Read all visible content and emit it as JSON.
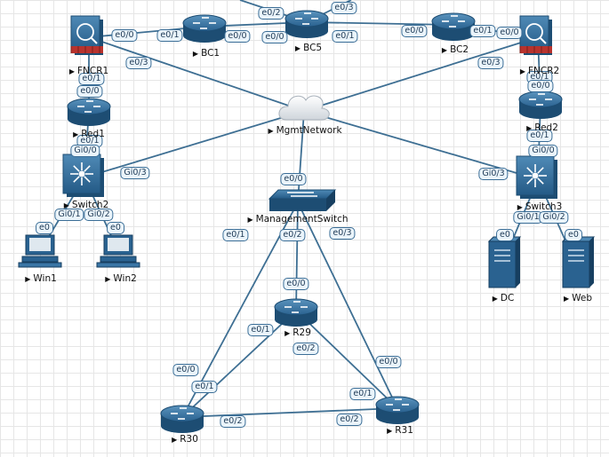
{
  "colors": {
    "link": "#3e6f93",
    "device": "#2f6fa0",
    "device_dark": "#1d4d73",
    "label_bg": "#eaf4fb"
  },
  "nodes": {
    "FNCR1": {
      "label": "FNCR1",
      "icon": "firewall-icon"
    },
    "FNCR2": {
      "label": "FNCR2",
      "icon": "firewall-icon"
    },
    "BC1": {
      "label": "BC1",
      "icon": "router-icon"
    },
    "BC5": {
      "label": "BC5",
      "icon": "router-icon"
    },
    "BC2": {
      "label": "BC2",
      "icon": "router-icon"
    },
    "Red1": {
      "label": "Red1",
      "icon": "router-icon"
    },
    "Red2": {
      "label": "Red2",
      "icon": "router-icon"
    },
    "Switch2": {
      "label": "Switch2",
      "icon": "l3-switch-icon"
    },
    "Switch3": {
      "label": "Switch3",
      "icon": "l3-switch-icon"
    },
    "MgmtNetwork": {
      "label": "MgmtNetwork",
      "icon": "cloud-icon"
    },
    "ManagementSwitch": {
      "label": "ManagementSwitch",
      "icon": "switch-icon"
    },
    "Win1": {
      "label": "Win1",
      "icon": "workstation-icon"
    },
    "Win2": {
      "label": "Win2",
      "icon": "workstation-icon"
    },
    "DC": {
      "label": "DC",
      "icon": "server-icon"
    },
    "Web": {
      "label": "Web",
      "icon": "server-icon"
    },
    "R29": {
      "label": "R29",
      "icon": "router-icon"
    },
    "R30": {
      "label": "R30",
      "icon": "router-icon"
    },
    "R31": {
      "label": "R31",
      "icon": "router-icon"
    }
  },
  "links": [
    {
      "a": "FNCR1",
      "b": "BC1",
      "a_if": "e0/0",
      "b_if": "e0/1"
    },
    {
      "a": "BC1",
      "b": "BC5",
      "a_if": "e0/0",
      "b_if": "e0/0"
    },
    {
      "a": "BC5",
      "b": "BC2",
      "a_if": "e0/1",
      "b_if": "e0/0"
    },
    {
      "a": "BC2",
      "b": "FNCR2",
      "a_if": "e0/1",
      "b_if": "e0/0"
    },
    {
      "a": "BC5",
      "b": "offscreen-top",
      "a_if": "e0/2",
      "b_if": ""
    },
    {
      "a": "BC5",
      "b": "offscreen-top-right",
      "a_if": "e0/3",
      "b_if": ""
    },
    {
      "a": "FNCR1",
      "b": "MgmtNetwork",
      "a_if": "e0/3",
      "b_if": ""
    },
    {
      "a": "FNCR2",
      "b": "MgmtNetwork",
      "a_if": "e0/3",
      "b_if": ""
    },
    {
      "a": "FNCR1",
      "b": "Red1",
      "a_if": "e0/1",
      "b_if": "e0/0"
    },
    {
      "a": "FNCR2",
      "b": "Red2",
      "a_if": "e0/1",
      "b_if": "e0/0"
    },
    {
      "a": "Red1",
      "b": "Switch2",
      "a_if": "e0/1",
      "b_if": "Gi0/0"
    },
    {
      "a": "Red2",
      "b": "Switch3",
      "a_if": "e0/1",
      "b_if": "Gi0/0"
    },
    {
      "a": "Switch2",
      "b": "MgmtNetwork",
      "a_if": "Gi0/3",
      "b_if": ""
    },
    {
      "a": "Switch3",
      "b": "MgmtNetwork",
      "a_if": "Gi0/3",
      "b_if": ""
    },
    {
      "a": "MgmtNetwork",
      "b": "ManagementSwitch",
      "a_if": "",
      "b_if": "e0/0"
    },
    {
      "a": "Switch2",
      "b": "Win1",
      "a_if": "Gi0/1",
      "b_if": "e0"
    },
    {
      "a": "Switch2",
      "b": "Win2",
      "a_if": "Gi0/2",
      "b_if": "e0"
    },
    {
      "a": "Switch3",
      "b": "DC",
      "a_if": "Gi0/1",
      "b_if": "e0"
    },
    {
      "a": "Switch3",
      "b": "Web",
      "a_if": "Gi0/2",
      "b_if": "e0"
    },
    {
      "a": "ManagementSwitch",
      "b": "R30",
      "a_if": "e0/1",
      "b_if": "e0/0"
    },
    {
      "a": "ManagementSwitch",
      "b": "R29",
      "a_if": "e0/2",
      "b_if": "e0/0"
    },
    {
      "a": "ManagementSwitch",
      "b": "R31",
      "a_if": "e0/3",
      "b_if": "e0/0"
    },
    {
      "a": "R29",
      "b": "R30",
      "a_if": "e0/1",
      "b_if": "e0/1"
    },
    {
      "a": "R29",
      "b": "R31",
      "a_if": "e0/2",
      "b_if": "e0/1"
    },
    {
      "a": "R30",
      "b": "R31",
      "a_if": "e0/2",
      "b_if": "e0/2"
    }
  ]
}
